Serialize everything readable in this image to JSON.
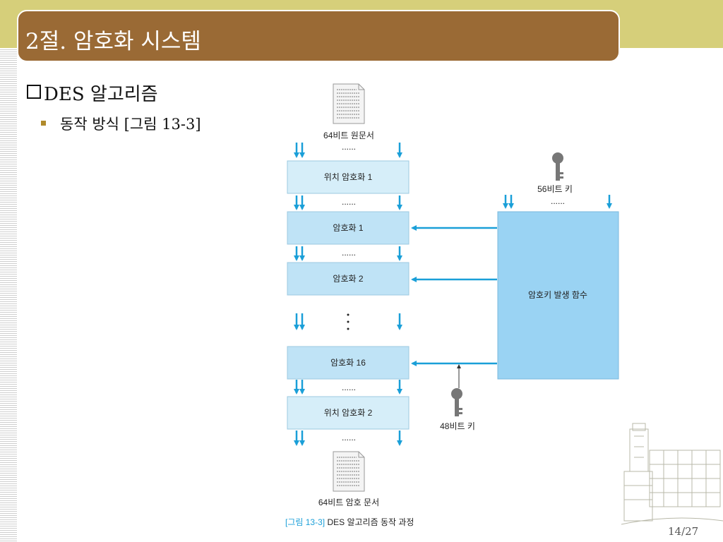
{
  "slide": {
    "title": "2절. 암호화 시스템",
    "bullet1": "DES 알고리즘",
    "bullet2": "동작 방식 [그림 13-3]",
    "page_number": "14/27"
  },
  "diagram": {
    "input_doc_label": "64비트 원문서",
    "output_doc_label": "64비트 암호 문서",
    "ellipsis": "......",
    "boxes": {
      "ip1": "위치 암호화 1",
      "round1": "암호화 1",
      "round2": "암호화 2",
      "round16": "암호화 16",
      "ip2": "위치 암호화 2",
      "keygen": "암호키 발생 함수"
    },
    "key56_label": "56비트 키",
    "key48_label": "48비트 키",
    "caption_prefix": "[그림 13-3]",
    "caption_text": " DES 알고리즘 동작 과정",
    "colors": {
      "box_light": "#d6eef9",
      "box_mid": "#bfe3f6",
      "keygen": "#9ad3f3",
      "arrow": "#1a9fd8",
      "caption_prefix": "#1a9fd8"
    }
  }
}
